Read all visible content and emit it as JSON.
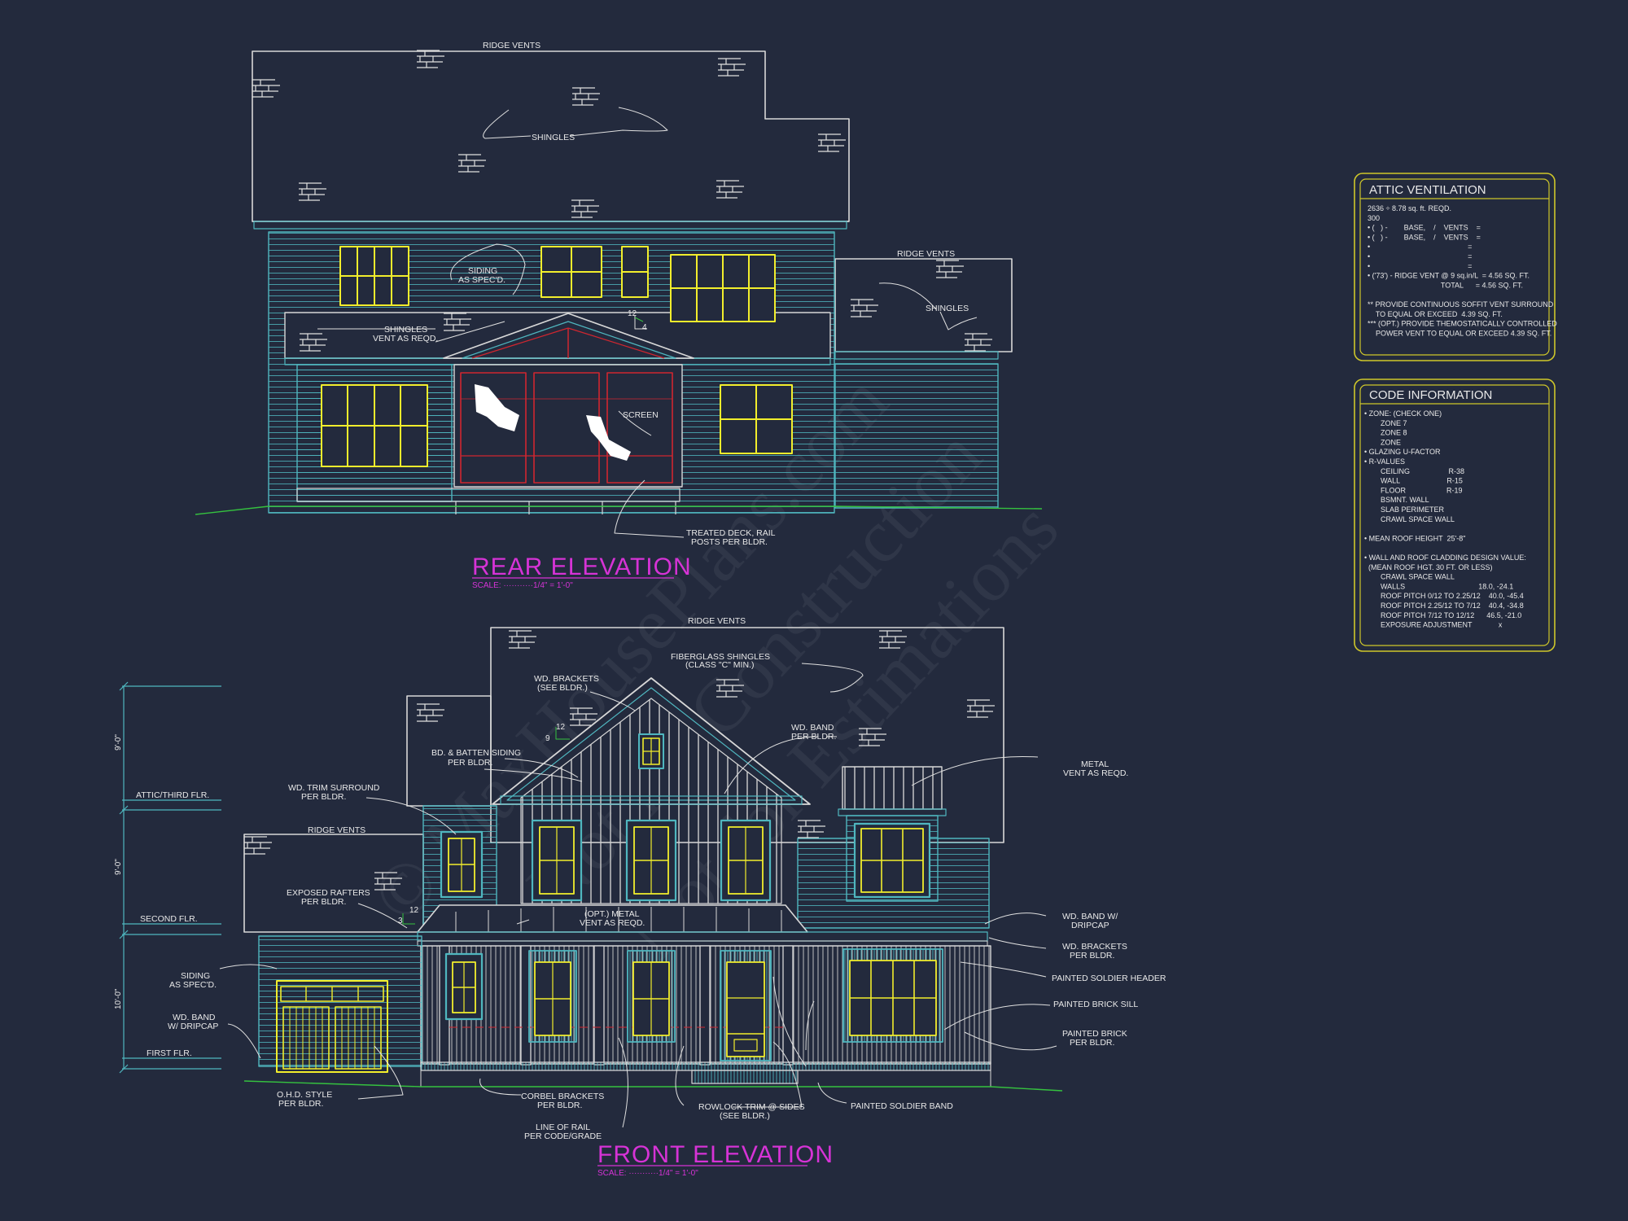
{
  "rear": {
    "title": "REAR ELEVATION",
    "scale": "SCALE: ···········1/4\" = 1'-0\"",
    "ridge_vents_1": "RIDGE VENTS",
    "ridge_vents_2": "RIDGE VENTS",
    "shingles_1": "SHINGLES",
    "shingles_2": "SHINGLES",
    "siding_1": "SIDING",
    "siding_2": "AS SPEC'D.",
    "shingles_vent_1": "SHINGLES",
    "shingles_vent_2": "VENT AS REQD.",
    "screen": "SCREEN",
    "deck_1": "TREATED DECK, RAIL",
    "deck_2": "POSTS PER BLDR.",
    "pitch_rise": "12",
    "pitch_run": "4"
  },
  "front": {
    "title": "FRONT ELEVATION",
    "scale": "SCALE: ···········1/4\" = 1'-0\"",
    "ridge_vents_main": "RIDGE VENTS",
    "ridge_vents_garage": "RIDGE VENTS",
    "fiberglass_1": "FIBERGLASS SHINGLES",
    "fiberglass_2": "(CLASS \"C\" MIN.)",
    "brackets_1": "WD. BRACKETS",
    "brackets_2": "(SEE BLDR.)",
    "band_1": "WD. BAND",
    "band_2": "PER BLDR.",
    "bb_1": "BD. & BATTEN SIDING",
    "bb_2": "PER BLDR.",
    "trim_1": "WD. TRIM SURROUND",
    "trim_2": "PER BLDR.",
    "metal_1": "METAL",
    "metal_2": "VENT AS REQD.",
    "rafters_1": "EXPOSED RAFTERS",
    "rafters_2": "PER BLDR.",
    "optmetal_1": "(OPT.) METAL",
    "optmetal_2": "VENT AS REQD.",
    "siding_1": "SIDING",
    "siding_2": "AS SPEC'D.",
    "dripcap_1": "WD. BAND",
    "dripcap_2": "W/ DRIPCAP",
    "dripcap_r1": "WD. BAND W/",
    "dripcap_r2": "DRIPCAP",
    "brackets_r1": "WD. BRACKETS",
    "brackets_r2": "PER BLDR.",
    "soldier_header": "PAINTED SOLDIER HEADER",
    "brick_sill": "PAINTED BRICK SILL",
    "brick_1": "PAINTED BRICK",
    "brick_2": "PER BLDR.",
    "ohd_1": "O.H.D. STYLE",
    "ohd_2": "PER BLDR.",
    "corbel_1": "CORBEL BRACKETS",
    "corbel_2": "PER BLDR.",
    "rail_1": "LINE OF RAIL",
    "rail_2": "PER CODE/GRADE",
    "rowlock_1": "ROWLOCK TRIM @ SIDES",
    "rowlock_2": "(SEE BLDR.)",
    "soldier_band": "PAINTED SOLDIER BAND",
    "pitch_rise": "12",
    "pitch_run": "9",
    "pitch2_rise": "12",
    "pitch2_run": "3",
    "level_attic": "ATTIC/THIRD FLR.",
    "level_second": "SECOND FLR.",
    "level_first": "FIRST FLR.",
    "dim_top": "9'-0\"",
    "dim_mid": "9'-0\"",
    "dim_bot": "10'-0\""
  },
  "attic_panel": {
    "title": "ATTIC VENTILATION",
    "lines": [
      "2636 ÷ 8.78 sq. ft. REQD.",
      "300",
      "• (   ) -        BASE,    /    VENTS    =",
      "• (   ) -        BASE,    /    VENTS    =",
      "•                                                =",
      "•                                                =",
      "•                                                =",
      "• ('73') - RIDGE VENT @ 9 sq.in/L  = 4.56 SQ. FT.",
      "                                    TOTAL      = 4.56 SQ. FT.",
      "",
      "** PROVIDE CONTINUOUS SOFFIT VENT SURROUND",
      "    TO EQUAL OR EXCEED  4.39 SQ. FT.",
      "*** (OPT.) PROVIDE THEMOSTATICALLY CONTROLLED",
      "    POWER VENT TO EQUAL OR EXCEED 4.39 SQ. FT."
    ]
  },
  "code_panel": {
    "title": "CODE INFORMATION",
    "lines": [
      "• ZONE: (CHECK ONE)",
      "        ZONE 7",
      "        ZONE 8",
      "        ZONE",
      "• GLAZING U-FACTOR",
      "• R-VALUES",
      "        CEILING                   R-38",
      "        WALL                       R-15",
      "        FLOOR                    R-19",
      "        BSMNT. WALL",
      "        SLAB PERIMETER",
      "        CRAWL SPACE WALL",
      "",
      "• MEAN ROOF HEIGHT  25'-8\"",
      "",
      "• WALL AND ROOF CLADDING DESIGN VALUE:",
      "  (MEAN ROOF HGT. 30 FT. OR LESS)",
      "        CRAWL SPACE WALL",
      "        WALLS                                    18.0, -24.1",
      "        ROOF PITCH 0/12 TO 2.25/12    40.0, -45.4",
      "        ROOF PITCH 2.25/12 TO 7/12    40.4, -34.8",
      "        ROOF PITCH 7/12 TO 12/12      46.5, -21.0",
      "        EXPOSURE ADJUSTMENT             x"
    ]
  },
  "watermark": {
    "line1": "© MaxHousePlans.com",
    "line2": "Not for Construction",
    "line3": "Not for Estimations"
  },
  "colors": {
    "background": "#232a3d",
    "outline": "#d8d8d8",
    "siding": "#4fb6bf",
    "window": "#f2ee2c",
    "title": "#d633d6",
    "screen": "#d0262f",
    "ground": "#35c13f",
    "panel_border": "#cfc72a"
  }
}
